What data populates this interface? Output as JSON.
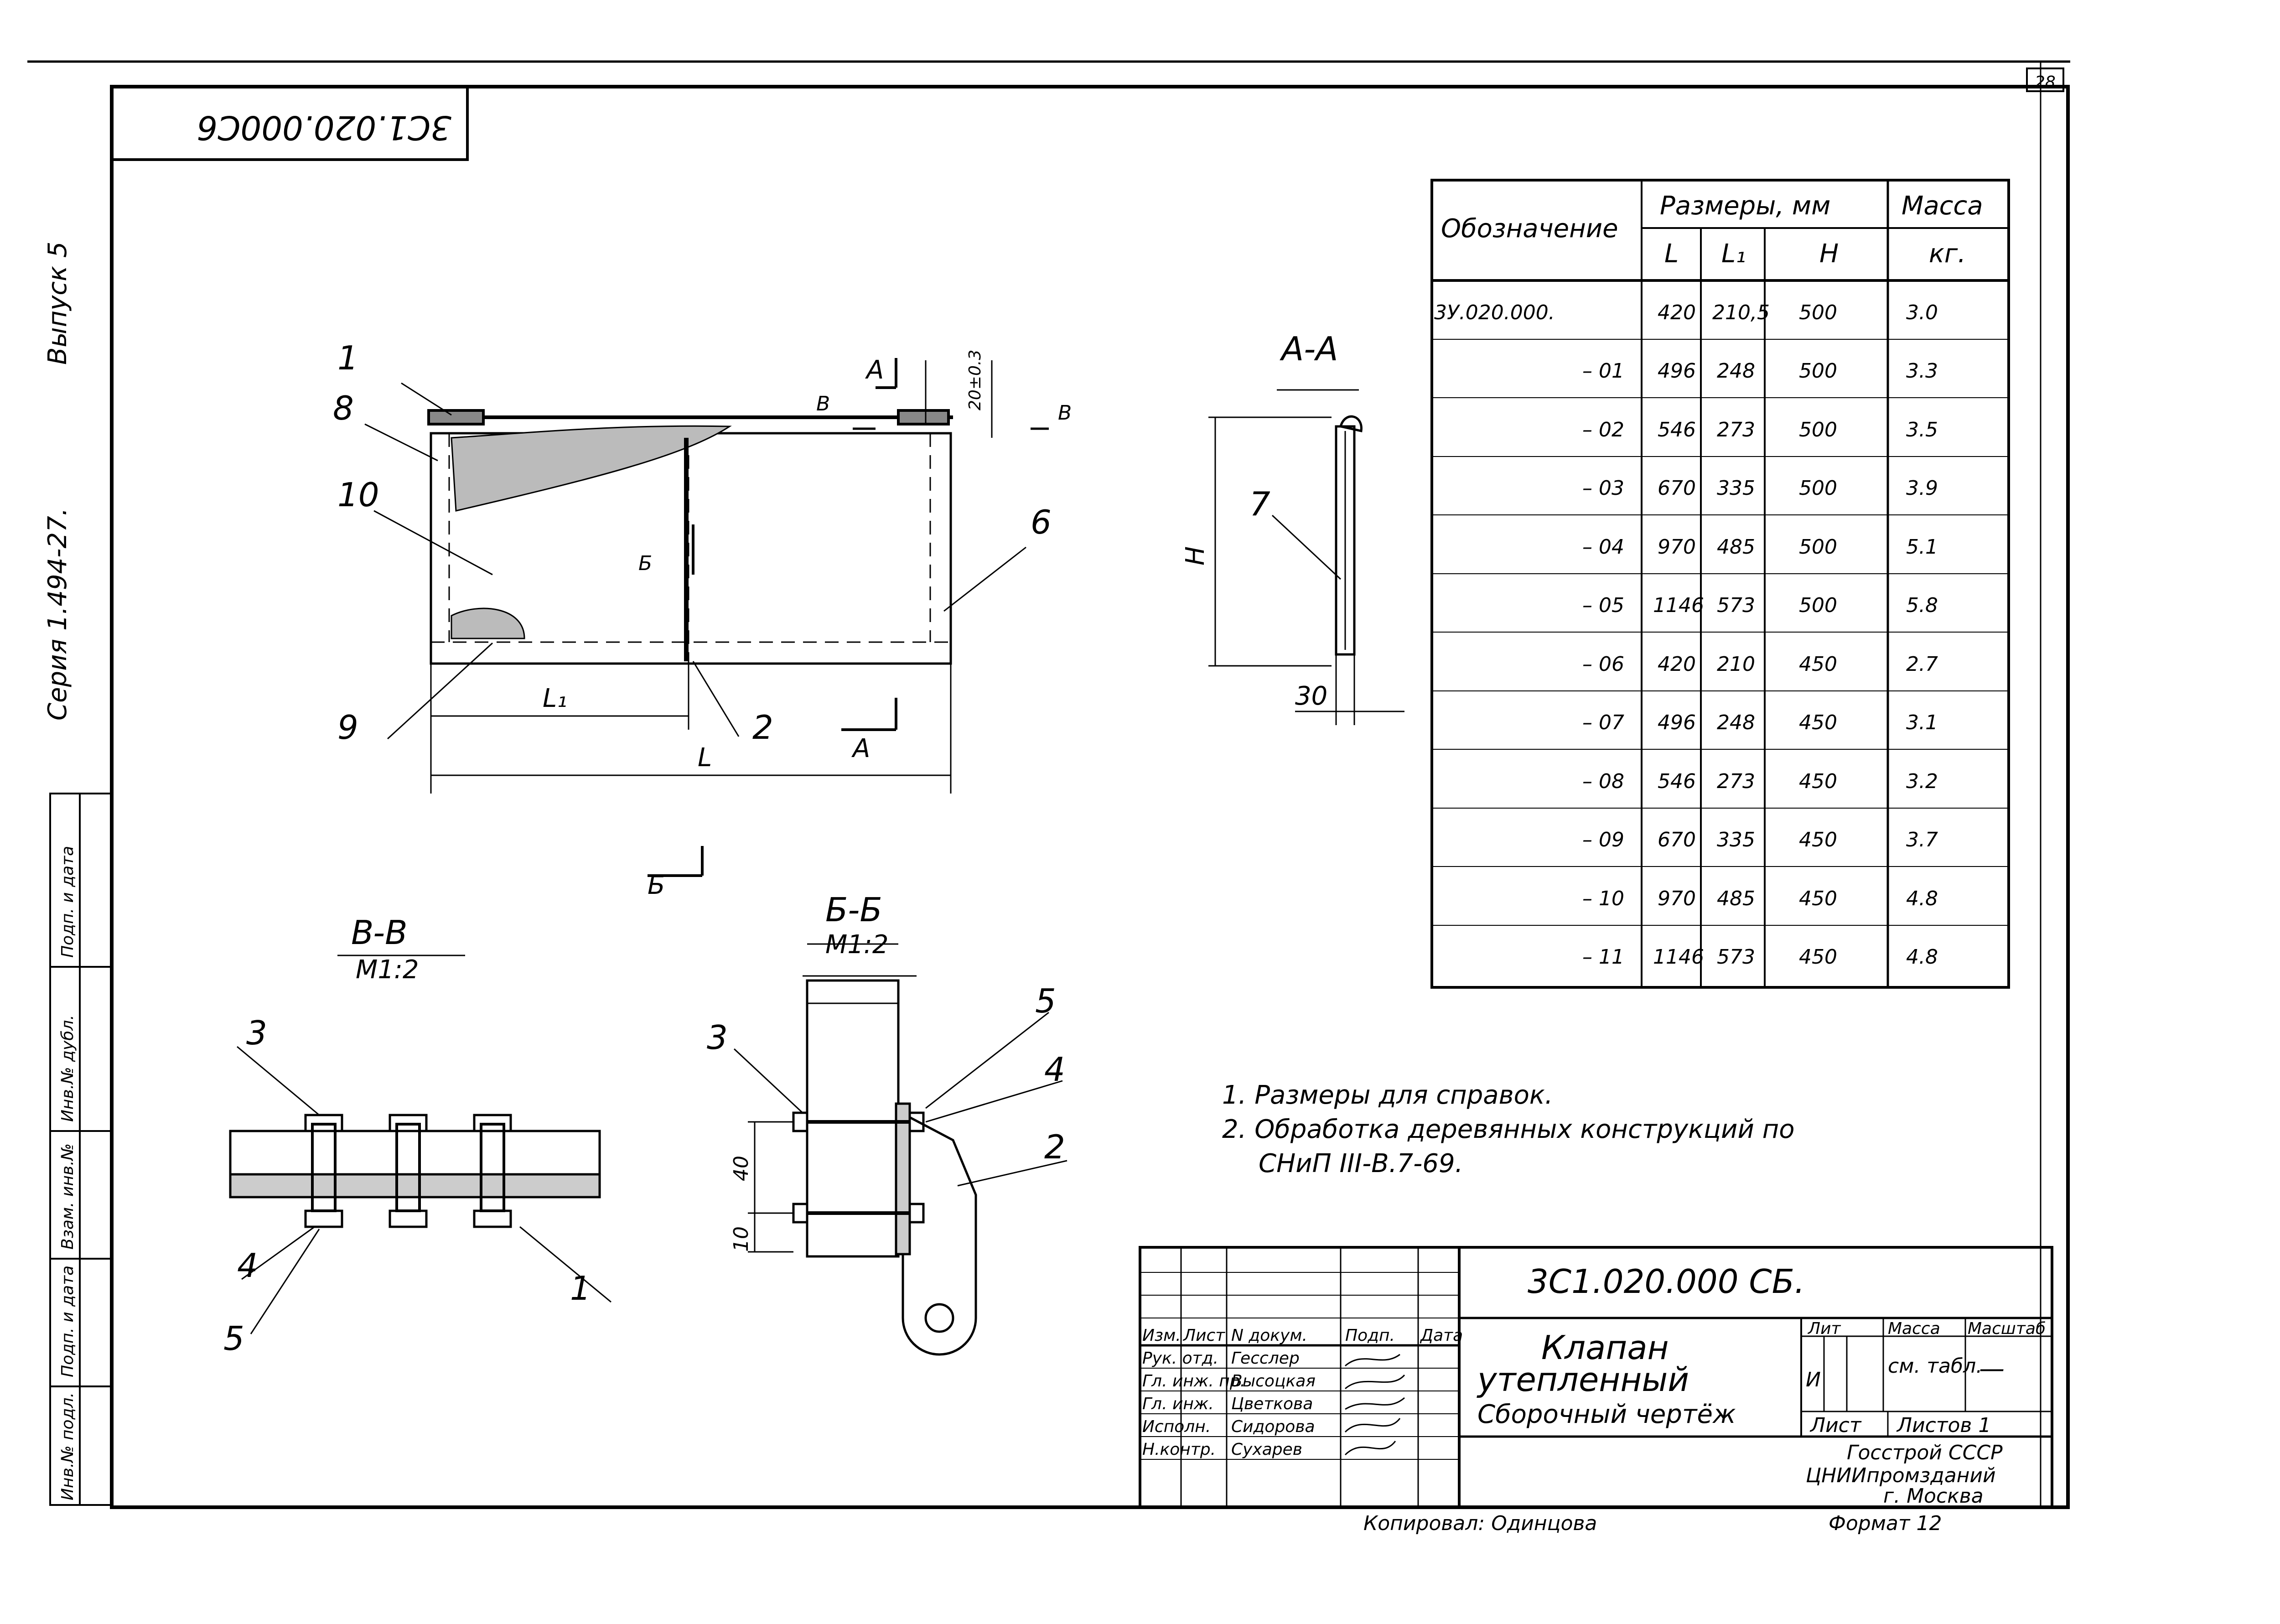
{
  "sheet_number": "28",
  "stamp_code": "3С1.020.000С6",
  "side": {
    "issue": "Выпуск 5",
    "series": "Серия 1.494-27.",
    "fields": [
      "Подп. и дата",
      "Инв.№ дубл.",
      "Взам. инв.№",
      "Подп. и дата",
      "Инв.№ подл."
    ]
  },
  "drawing": {
    "labels": {
      "l1": "L₁",
      "l": "L",
      "h": "H",
      "d30": "30",
      "d40": "40",
      "d10": "10",
      "dim_top": "20±0.3"
    },
    "sections": {
      "aa_mark": "A",
      "aa_title": "A-A",
      "vv_mark": "B",
      "vv_title": "B-B",
      "vv_scale": "M1:2",
      "bb_mark": "Б",
      "bb_title": "Б-Б",
      "bb_scale": "M1:2"
    },
    "callouts": [
      "1",
      "2",
      "3",
      "4",
      "5",
      "6",
      "7",
      "8",
      "9",
      "10"
    ]
  },
  "table": {
    "header_designation": "Обозначение",
    "header_sizes": "Размеры, мм",
    "header_mass": "Масса",
    "sub_l": "L",
    "sub_l1": "L₁",
    "sub_h": "H",
    "sub_mass": "кг.",
    "rows": [
      {
        "d": "3У.020.000.",
        "l": "420",
        "l1": "210,5",
        "h": "500",
        "m": "3.0"
      },
      {
        "d": "– 01",
        "l": "496",
        "l1": "248",
        "h": "500",
        "m": "3.3"
      },
      {
        "d": "– 02",
        "l": "546",
        "l1": "273",
        "h": "500",
        "m": "3.5"
      },
      {
        "d": "– 03",
        "l": "670",
        "l1": "335",
        "h": "500",
        "m": "3.9"
      },
      {
        "d": "– 04",
        "l": "970",
        "l1": "485",
        "h": "500",
        "m": "5.1"
      },
      {
        "d": "– 05",
        "l": "1146",
        "l1": "573",
        "h": "500",
        "m": "5.8"
      },
      {
        "d": "– 06",
        "l": "420",
        "l1": "210",
        "h": "450",
        "m": "2.7"
      },
      {
        "d": "– 07",
        "l": "496",
        "l1": "248",
        "h": "450",
        "m": "3.1"
      },
      {
        "d": "– 08",
        "l": "546",
        "l1": "273",
        "h": "450",
        "m": "3.2"
      },
      {
        "d": "– 09",
        "l": "670",
        "l1": "335",
        "h": "450",
        "m": "3.7"
      },
      {
        "d": "– 10",
        "l": "970",
        "l1": "485",
        "h": "450",
        "m": "4.8"
      },
      {
        "d": "– 11",
        "l": "1146",
        "l1": "573",
        "h": "450",
        "m": "4.8"
      }
    ]
  },
  "notes": [
    "1. Размеры для справок.",
    "2. Обработка деревянных конструкций по",
    "СНиП III-В.7-69."
  ],
  "title_block": {
    "doc_code": "3С1.020.000 СБ.",
    "title_line1": "Клапан",
    "title_line2": "утепленный",
    "title_line3": "Сборочный чертёж",
    "col_headers": [
      "Изм.",
      "Лист",
      "N докум.",
      "Подп.",
      "Дата"
    ],
    "roles": [
      {
        "role": "Рук. отд.",
        "name": "Гесслер"
      },
      {
        "role": "Гл. инж. пр.",
        "name": "Высоцкая"
      },
      {
        "role": "Гл. инж.",
        "name": "Цветкова"
      },
      {
        "role": "Исполн.",
        "name": "Сидорова"
      },
      {
        "role": "Н.контр.",
        "name": "Сухарев"
      }
    ],
    "lit": "Лит",
    "mass": "Масса",
    "scale": "Масштаб",
    "lit_value": "И",
    "mass_value": "см. табл.",
    "scale_value": "—",
    "sheet": "Лист",
    "sheets": "Листов 1",
    "org1": "Госстрой СССР",
    "org2": "ЦНИИпромзданий",
    "org3": "г. Москва"
  },
  "footer": {
    "copied": "Копировал: Одинцова",
    "format": "Формат 12"
  }
}
